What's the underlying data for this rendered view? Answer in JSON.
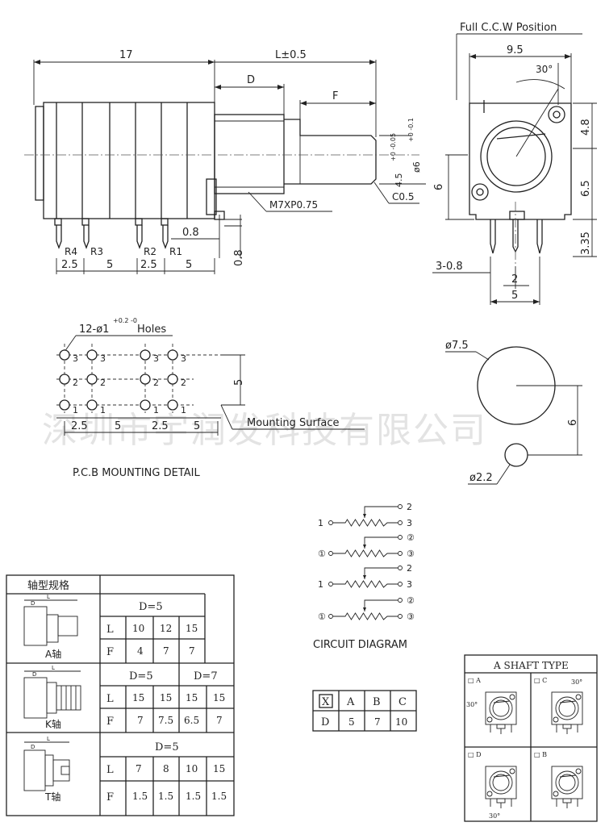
{
  "side_view": {
    "dim_17": "17",
    "dim_L": "L±0.5",
    "dim_D": "D",
    "dim_F": "F",
    "dim_shaft_dia1": "4.5",
    "dim_shaft_dia1_tol": "+0 -0.05",
    "dim_shaft_dia2": "ø6",
    "dim_shaft_dia2_tol": "+0 -0.1",
    "thread": "M7XP0.75",
    "chamfer": "C0.5",
    "dim_08a": "0.8",
    "dim_08b": "0.8",
    "pins": [
      "R4",
      "R3",
      "R2",
      "R1"
    ],
    "pitch": [
      "2.5",
      "5",
      "2.5",
      "5"
    ]
  },
  "front_view": {
    "full_ccw": "Full C.C.W Position",
    "dim_95": "9.5",
    "angle": "30°",
    "dim_48": "4.8",
    "dim_65": "6.5",
    "dim_6": "6",
    "dim_335": "3.35",
    "dim_3_08": "3-0.8",
    "dim_2": "2",
    "dim_5": "5"
  },
  "pcb": {
    "holes_label": "12-ø1",
    "holes_tol": "+0.2 -0",
    "holes_word": "Holes",
    "row_labels": [
      "3",
      "2",
      "1"
    ],
    "dim_5": "5",
    "mounting_surface": "Mounting Surface",
    "pitch": [
      "2.5",
      "5",
      "2.5",
      "5"
    ],
    "title": "P.C.B MOUNTING DETAIL"
  },
  "panel": {
    "dia_big": "ø7.5",
    "dia_small": "ø2.2",
    "dim_6": "6"
  },
  "watermark": "深圳市宇润发科技有限公司",
  "circuit": {
    "title": "CIRCUIT DIAGRAM",
    "rows": [
      {
        "left": "1",
        "top": "2",
        "right": "3"
      },
      {
        "left": "①",
        "top": "②",
        "right": "③"
      },
      {
        "left": "1",
        "top": "2",
        "right": "3"
      },
      {
        "left": "①",
        "top": "②",
        "right": "③"
      }
    ]
  },
  "shaft_spec": {
    "title": "轴型规格",
    "a_axis": {
      "name": "A轴",
      "header": "D=5",
      "L": [
        "10",
        "12",
        "15"
      ],
      "F": [
        "4",
        "7",
        "7"
      ]
    },
    "k_axis": {
      "name": "K轴",
      "header1": "D=5",
      "header2": "D=7",
      "L": [
        "15",
        "15",
        "15",
        "15"
      ],
      "F": [
        "7",
        "7.5",
        "6.5",
        "7"
      ]
    },
    "t_axis": {
      "name": "T轴",
      "header": "D=5",
      "L": [
        "7",
        "8",
        "10",
        "15"
      ],
      "F": [
        "1.5",
        "1.5",
        "1.5",
        "1.5"
      ]
    },
    "row_L": "L",
    "row_F": "F"
  },
  "xd_table": {
    "header": [
      "X",
      "A",
      "B",
      "C"
    ],
    "row": [
      "D",
      "5",
      "7",
      "10"
    ]
  },
  "a_shaft_type": {
    "title": "A SHAFT TYPE",
    "cells": [
      {
        "label": "□ A",
        "angle": "30°"
      },
      {
        "label": "□ C",
        "angle": "30°"
      },
      {
        "label": "□ D",
        "angle": "30°"
      },
      {
        "label": "□ B",
        "angle": ""
      }
    ]
  }
}
